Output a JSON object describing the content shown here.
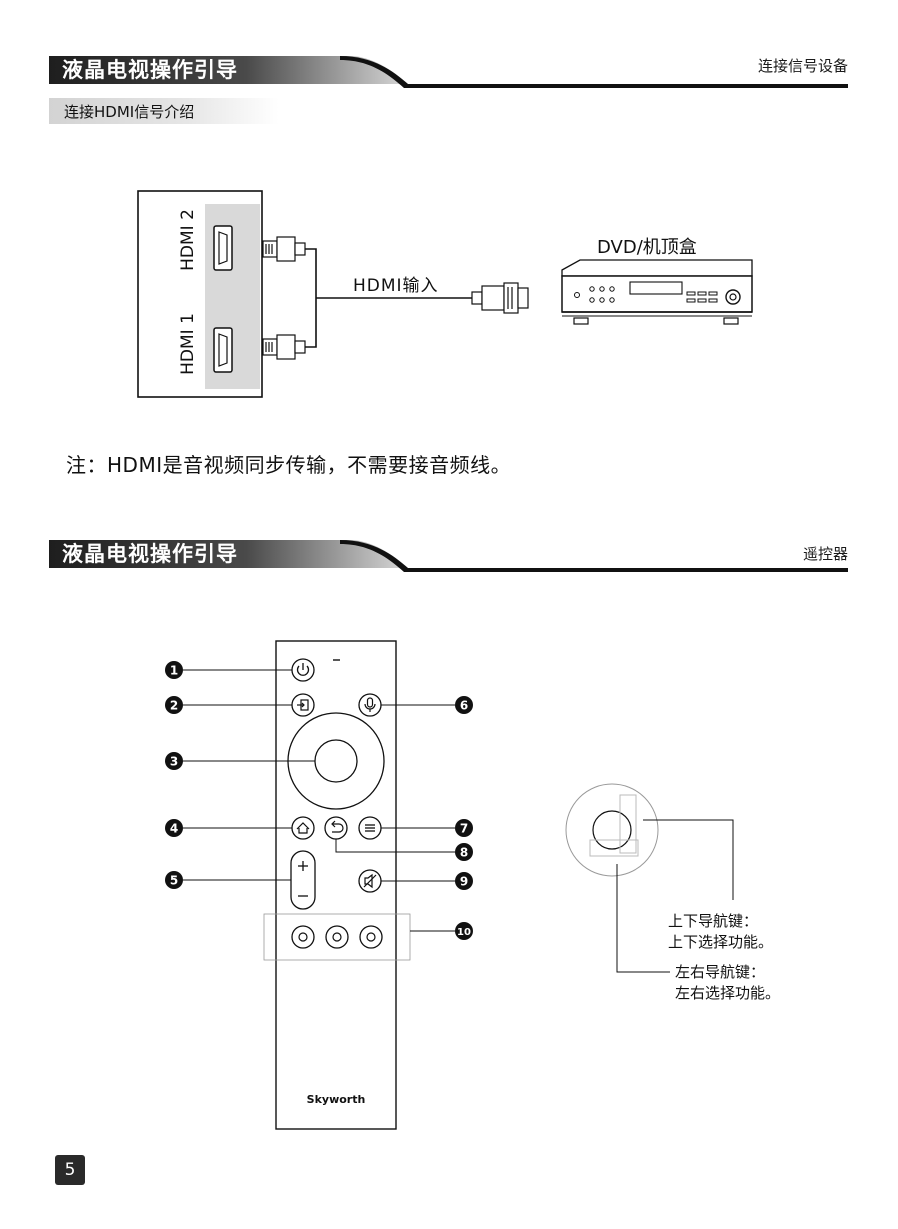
{
  "header1": {
    "title": "液晶电视操作引导",
    "right_label": "连接信号设备"
  },
  "subsection": {
    "title": "连接HDMI信号介绍"
  },
  "diagram": {
    "port1_label": "HDMI 2",
    "port2_label": "HDMI 1",
    "cable_label": "HDMI输入",
    "device_label": "DVD/机顶盒"
  },
  "note": "注：HDMI是音视频同步传输，不需要接音频线。",
  "header2": {
    "title": "液晶电视操作引导",
    "right_label": "遥控器"
  },
  "remote": {
    "brand": "Skyworth",
    "callouts": [
      "1",
      "2",
      "3",
      "4",
      "5",
      "6",
      "7",
      "8",
      "9",
      "10"
    ],
    "icons": [
      "power-icon",
      "input-icon",
      "mic-icon",
      "home-icon",
      "back-icon",
      "menu-icon",
      "mute-icon"
    ]
  },
  "nav_labels": {
    "up_down_line1": "上下导航键：",
    "up_down_line2": "上下选择功能。",
    "left_right_line1": "左右导航键：",
    "left_right_line2": "左右选择功能。"
  },
  "page_number": "5",
  "colors": {
    "header_dark": "#2b2b2b",
    "bar_gray": "#d6d6d6"
  }
}
